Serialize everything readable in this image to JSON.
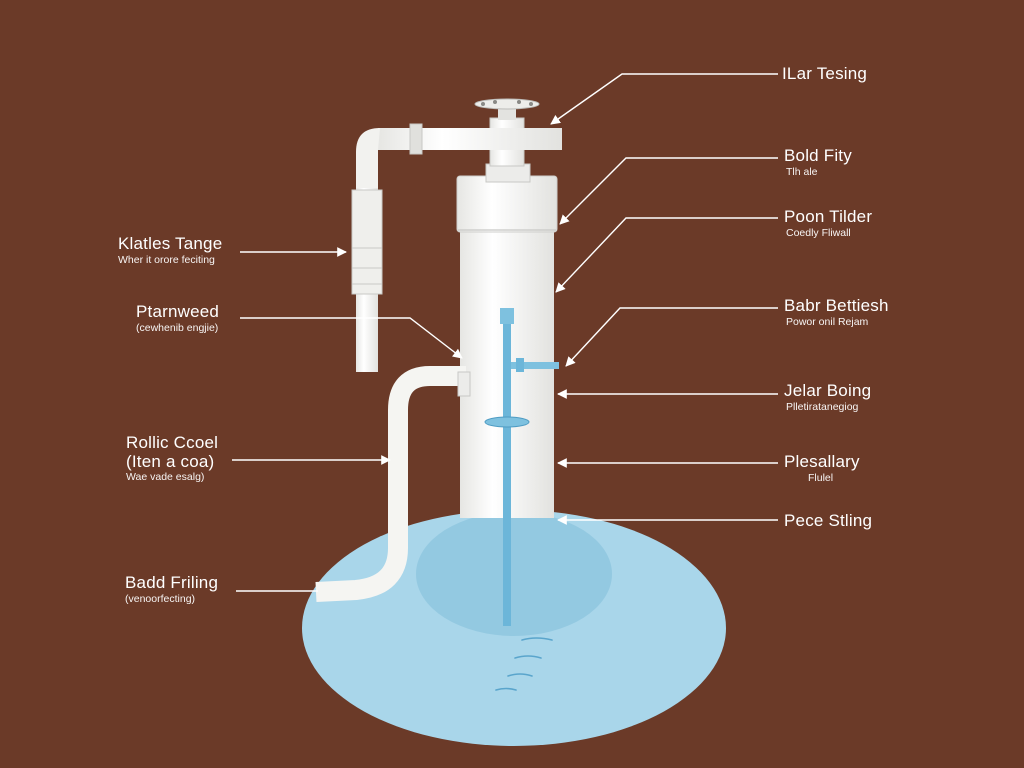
{
  "labels": {
    "left": [
      {
        "main": "Klatles Tange",
        "sub": "Wher it orore feciting"
      },
      {
        "main": "Ptarnweed",
        "sub": "(cewhenib engjie)"
      },
      {
        "main": "Rollic Ccoel",
        "main2": "(Iten a coa)",
        "sub": "Wae vade esalg)"
      },
      {
        "main": "Badd Friling",
        "sub": "(venoorfecting)"
      }
    ],
    "right": [
      {
        "main": "ILar Tesing",
        "sub": ""
      },
      {
        "main": "Bold Fity",
        "sub": "Tlh ale"
      },
      {
        "main": "Poon Tilder",
        "sub": "Coedly Fliwall"
      },
      {
        "main": "Babr Bettiesh",
        "sub": "Powor onil Rejam"
      },
      {
        "main": "Jelar Boing",
        "sub": "Plletiratanegiog"
      },
      {
        "main": "Plesallary",
        "sub": "Flulel"
      },
      {
        "main": "Pece Stling",
        "sub": ""
      }
    ]
  },
  "colors": {
    "background": "#6b3a28",
    "pipe": "#f7f7f5",
    "pipe_shade": "#d8d8d8",
    "water": "#a9d6ea",
    "water_dark": "#8cc4de",
    "rod": "#6cb6d9",
    "leader": "#ffffff"
  }
}
